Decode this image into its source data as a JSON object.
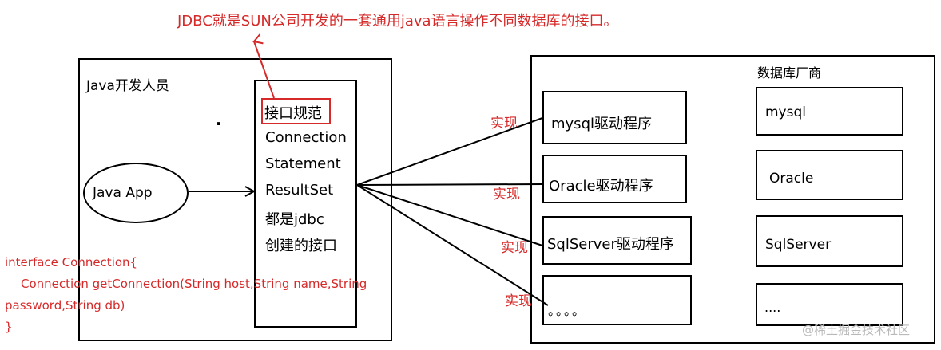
{
  "title_note": "JDBC就是SUN公司开发的一套通用java语言操作不同数据库的接口。",
  "developer_box": {
    "label": "Java开发人员",
    "dot": ".",
    "app_label": "Java App"
  },
  "interface_box": {
    "highlight": "接口规范",
    "items": [
      "Connection",
      "Statement",
      "ResultSet",
      "都是jdbc",
      "创建的接口"
    ]
  },
  "vendor_box": {
    "label": "数据库厂商",
    "implement_label": "实现",
    "drivers": [
      "mysql驱动程序",
      "Oracle驱动程序",
      "SqlServer驱动程序",
      "。。。。"
    ],
    "databases": [
      "mysql",
      "Oracle",
      "SqlServer",
      "...."
    ]
  },
  "code_note": {
    "line1": "interface Connection{",
    "line2": "Connection getConnection(String host,String name,String",
    "line3": "password,String db)",
    "line4": "}"
  },
  "watermark": "@稀土掘金技术社区",
  "colors": {
    "annotation": "#d62a2a",
    "stroke": "#000000"
  }
}
